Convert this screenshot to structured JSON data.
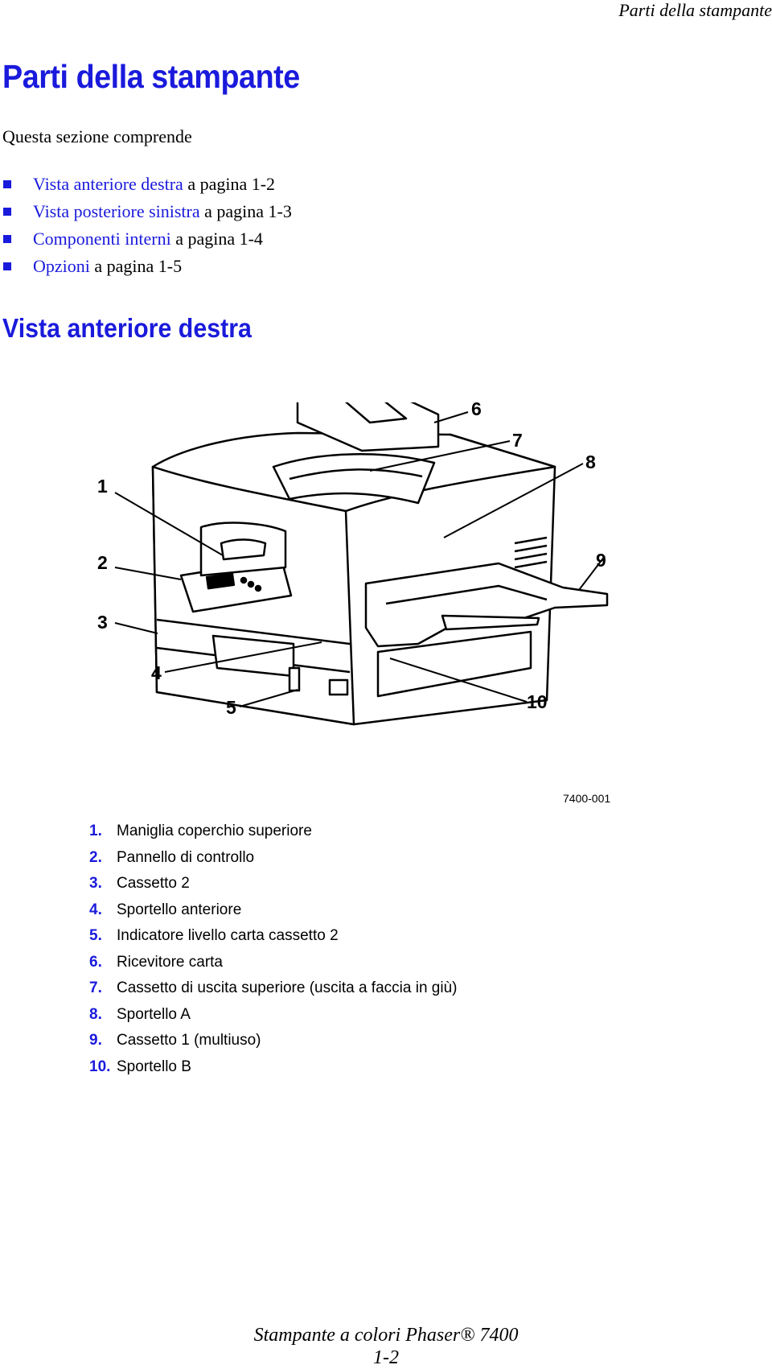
{
  "header": {
    "running_title": "Parti della stampante"
  },
  "title": "Parti della stampante",
  "intro": "Questa sezione comprende",
  "toc": [
    {
      "link": "Vista anteriore destra",
      "suffix": " a pagina 1-2"
    },
    {
      "link": "Vista posteriore sinistra",
      "suffix": " a pagina 1-3"
    },
    {
      "link": "Componenti interni",
      "suffix": " a pagina 1-4"
    },
    {
      "link": "Opzioni",
      "suffix": " a pagina 1-5"
    }
  ],
  "section_title": "Vista anteriore destra",
  "figure": {
    "id": "7400-001",
    "callouts": [
      "1",
      "2",
      "3",
      "4",
      "5",
      "6",
      "7",
      "8",
      "9",
      "10"
    ]
  },
  "legend": [
    {
      "num": "1.",
      "text": "Maniglia coperchio superiore"
    },
    {
      "num": "2.",
      "text": "Pannello di controllo"
    },
    {
      "num": "3.",
      "text": "Cassetto 2"
    },
    {
      "num": "4.",
      "text": "Sportello anteriore"
    },
    {
      "num": "5.",
      "text": "Indicatore livello carta cassetto 2"
    },
    {
      "num": "6.",
      "text": "Ricevitore carta"
    },
    {
      "num": "7.",
      "text": "Cassetto di uscita superiore (uscita a faccia in giù)"
    },
    {
      "num": "8.",
      "text": "Sportello A"
    },
    {
      "num": "9.",
      "text": "Cassetto 1 (multiuso)"
    },
    {
      "num": "10.",
      "text": "Sportello B"
    }
  ],
  "footer": {
    "product": "Stampante a colori Phaser® 7400",
    "page": "1-2"
  },
  "colors": {
    "accent": "#1a1adc",
    "text": "#000000"
  }
}
